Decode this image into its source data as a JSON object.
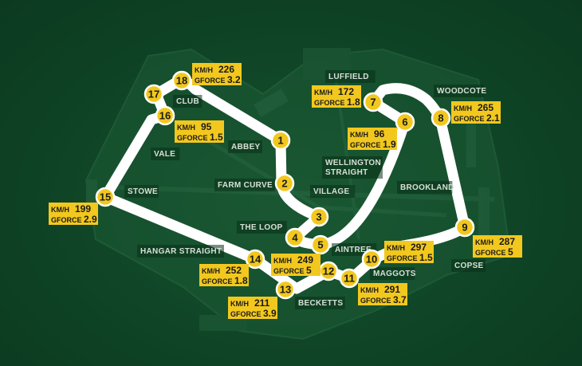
{
  "map": {
    "colors": {
      "background": "#0f4426",
      "track": "#ffffff",
      "marker": "#f2c81e",
      "marker_ring": "#ffffff",
      "stat_box": "#f2c81e",
      "label_text": "#d6e0d6",
      "label_bg": "#0a2f18"
    },
    "labels": [
      {
        "id": "luffield",
        "text": "LUFFIELD"
      },
      {
        "id": "woodcote",
        "text": "WOODCOTE"
      },
      {
        "id": "club",
        "text": "CLUB"
      },
      {
        "id": "abbey",
        "text": "ABBEY"
      },
      {
        "id": "vale",
        "text": "VALE"
      },
      {
        "id": "wellington",
        "text": "WELLINGTON STRAIGHT"
      },
      {
        "id": "farm",
        "text": "FARM CURVE"
      },
      {
        "id": "village",
        "text": "VILLAGE"
      },
      {
        "id": "brookland",
        "text": "BROOKLAND"
      },
      {
        "id": "stowe",
        "text": "STOWE"
      },
      {
        "id": "loop",
        "text": "THE LOOP"
      },
      {
        "id": "aintree",
        "text": "AINTREE"
      },
      {
        "id": "hangar",
        "text": "HANGAR STRAIGHT"
      },
      {
        "id": "maggots",
        "text": "MAGGOTS"
      },
      {
        "id": "copse",
        "text": "COPSE"
      },
      {
        "id": "becketts",
        "text": "BECKETTS"
      }
    ],
    "turns": [
      {
        "n": "1"
      },
      {
        "n": "2"
      },
      {
        "n": "3"
      },
      {
        "n": "4"
      },
      {
        "n": "5"
      },
      {
        "n": "6"
      },
      {
        "n": "7"
      },
      {
        "n": "8"
      },
      {
        "n": "9"
      },
      {
        "n": "10"
      },
      {
        "n": "11"
      },
      {
        "n": "12"
      },
      {
        "n": "13"
      },
      {
        "n": "14"
      },
      {
        "n": "15"
      },
      {
        "n": "16"
      },
      {
        "n": "17"
      },
      {
        "n": "18"
      }
    ],
    "stats": [
      {
        "turn": "18",
        "speed_label": "KM/H",
        "speed": "226",
        "g_label": "GFORCE",
        "g": "3.2"
      },
      {
        "turn": "7",
        "speed_label": "KM/H",
        "speed": "172",
        "g_label": "GFORCE",
        "g": "1.8"
      },
      {
        "turn": "8",
        "speed_label": "KM/H",
        "speed": "265",
        "g_label": "GFORCE",
        "g": "2.1"
      },
      {
        "turn": "16",
        "speed_label": "KM/H",
        "speed": "95",
        "g_label": "GFORCE",
        "g": "1.5"
      },
      {
        "turn": "6",
        "speed_label": "KM/H",
        "speed": "96",
        "g_label": "GFORCE",
        "g": "1.9"
      },
      {
        "turn": "15",
        "speed_label": "KM/H",
        "speed": "199",
        "g_label": "GFORCE",
        "g": "2.9"
      },
      {
        "turn": "10",
        "speed_label": "KM/H",
        "speed": "297",
        "g_label": "GFORCE",
        "g": "1.5"
      },
      {
        "turn": "9",
        "speed_label": "KM/H",
        "speed": "287",
        "g_label": "GFORCE",
        "g": "5"
      },
      {
        "turn": "12",
        "speed_label": "KM/H",
        "speed": "249",
        "g_label": "GFORCE",
        "g": "5"
      },
      {
        "turn": "14",
        "speed_label": "KM/H",
        "speed": "252",
        "g_label": "GFORCE",
        "g": "1.8"
      },
      {
        "turn": "11",
        "speed_label": "KM/H",
        "speed": "291",
        "g_label": "GFORCE",
        "g": "3.7"
      },
      {
        "turn": "13",
        "speed_label": "KM/H",
        "speed": "211",
        "g_label": "GFORCE",
        "g": "3.9"
      }
    ]
  }
}
